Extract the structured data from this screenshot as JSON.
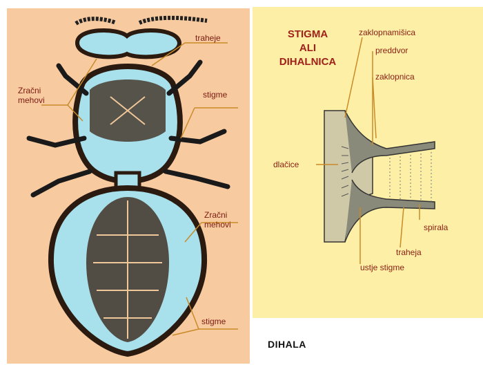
{
  "left_labels": {
    "tracheae": "traheje",
    "air_sacs_top": "Zračni\nmehovi",
    "spiracles_top": "stigme",
    "air_sacs_mid": "Zračni\nmehovi",
    "spiracles_bottom": "stigme"
  },
  "right_title": "STIGMA\nALI\nDIHALNICA",
  "right_labels": {
    "valve_lid": "zaklopnamišica",
    "vestibule": "preddvor",
    "valve": "zaklopnica",
    "hairs": "dlačice",
    "spiral": "spirala",
    "trachea": "traheja",
    "mouth": "ustje stigme"
  },
  "footer": "DIHALA",
  "colors": {
    "left_bg": "#f7caa0",
    "right_bg": "#fdf0a6",
    "air_blue": "#a8e0ec",
    "label_red": "#8a1c12",
    "line_orange": "#c98a28"
  }
}
